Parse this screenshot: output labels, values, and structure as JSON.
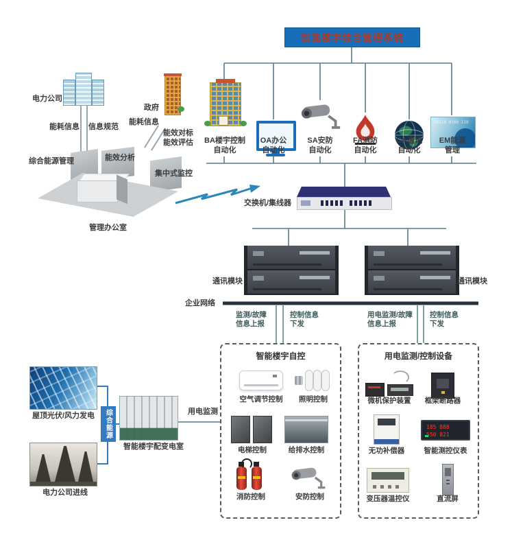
{
  "title": "智能楼宇综合管理系统",
  "office": {
    "power_company": "电力公司",
    "energy_info_left": "能耗信息",
    "info_spec": "信息规范",
    "government": "政府",
    "energy_info_right": "能耗信息",
    "benchmark_line1": "能效对标",
    "benchmark_line2": "能效评估",
    "integrated_energy_mgmt": "综合能源管理",
    "energy_analysis": "能效分析",
    "central_monitoring": "集中式监控",
    "management_office": "管理办公室"
  },
  "systems": [
    {
      "line1": "BA楼宇控制",
      "line2": "自动化"
    },
    {
      "line1": "OA办公",
      "line2": "自动化"
    },
    {
      "line1": "SA安防",
      "line2": "自动化"
    },
    {
      "line1": "FA消防",
      "line2": "自动化"
    },
    {
      "line1": "CA通讯",
      "line2": "自动化"
    },
    {
      "line1": "EM能源",
      "line2": "管理"
    }
  ],
  "network": {
    "switch_label": "交换机/集线器",
    "comm_module_left": "通讯模块",
    "comm_module_right": "通讯模块",
    "enterprise_network": "企业网络",
    "flow_labels": [
      {
        "line1": "监测/故障",
        "line2": "信息上报"
      },
      {
        "line1": "控制信息",
        "line2": "下发"
      },
      {
        "line1": "用电监测/故障",
        "line2": "信息上报"
      },
      {
        "line1": "控制信息",
        "line2": "下发"
      }
    ]
  },
  "building_control_box": {
    "title": "智能楼宇自控",
    "items": [
      "空气调节控制",
      "照明控制",
      "电梯控制",
      "给排水控制",
      "消防控制",
      "安防控制"
    ]
  },
  "power_box": {
    "title": "用电监测/控制设备",
    "items": [
      "微机保护装置",
      "框架断路器",
      "无功补偿器",
      "智能测控仪表",
      "变压器温控仪",
      "直流屏"
    ]
  },
  "energy_supply": {
    "solar": "屋顶光伏/风力发电",
    "grid": "电力公司进线",
    "integrated_energy": "综合能源",
    "substation": "智能楼宇配变电室",
    "power_monitoring": "用电监测"
  },
  "em_tile_text": "10110 0100 110",
  "meter_row1": "185  888",
  "meter_row2": "550  821",
  "colors": {
    "title_bg": "#1a6db8",
    "title_text": "#a93b2c",
    "connector_line": "#5a7a89",
    "bus_line": "#26323e",
    "accent_blue": "#3579be",
    "flame_red": "#c0392b"
  }
}
